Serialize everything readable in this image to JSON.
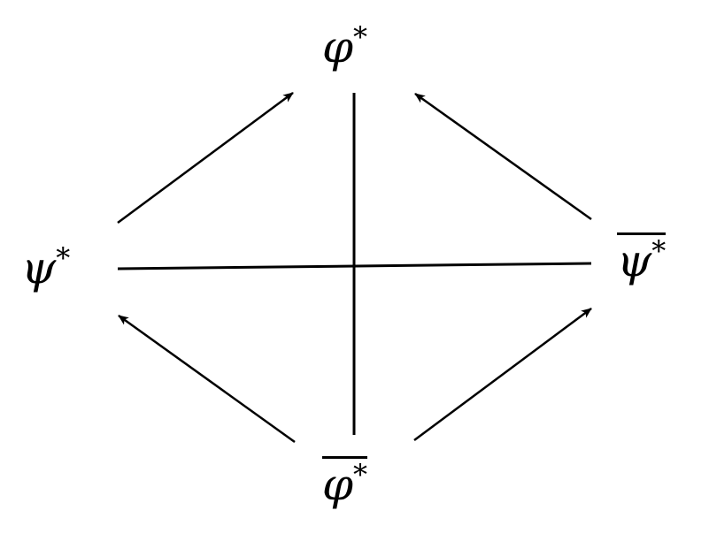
{
  "nodes": {
    "top": {
      "symbol": "φ",
      "star": "*"
    },
    "left": {
      "symbol": "ψ",
      "star": "*"
    },
    "right": {
      "symbol": "ψ",
      "star": "*",
      "overline": true
    },
    "bottom": {
      "symbol": "φ",
      "star": "*",
      "overline": true
    }
  },
  "colors": {
    "stroke": "#000000",
    "background": "#ffffff"
  }
}
